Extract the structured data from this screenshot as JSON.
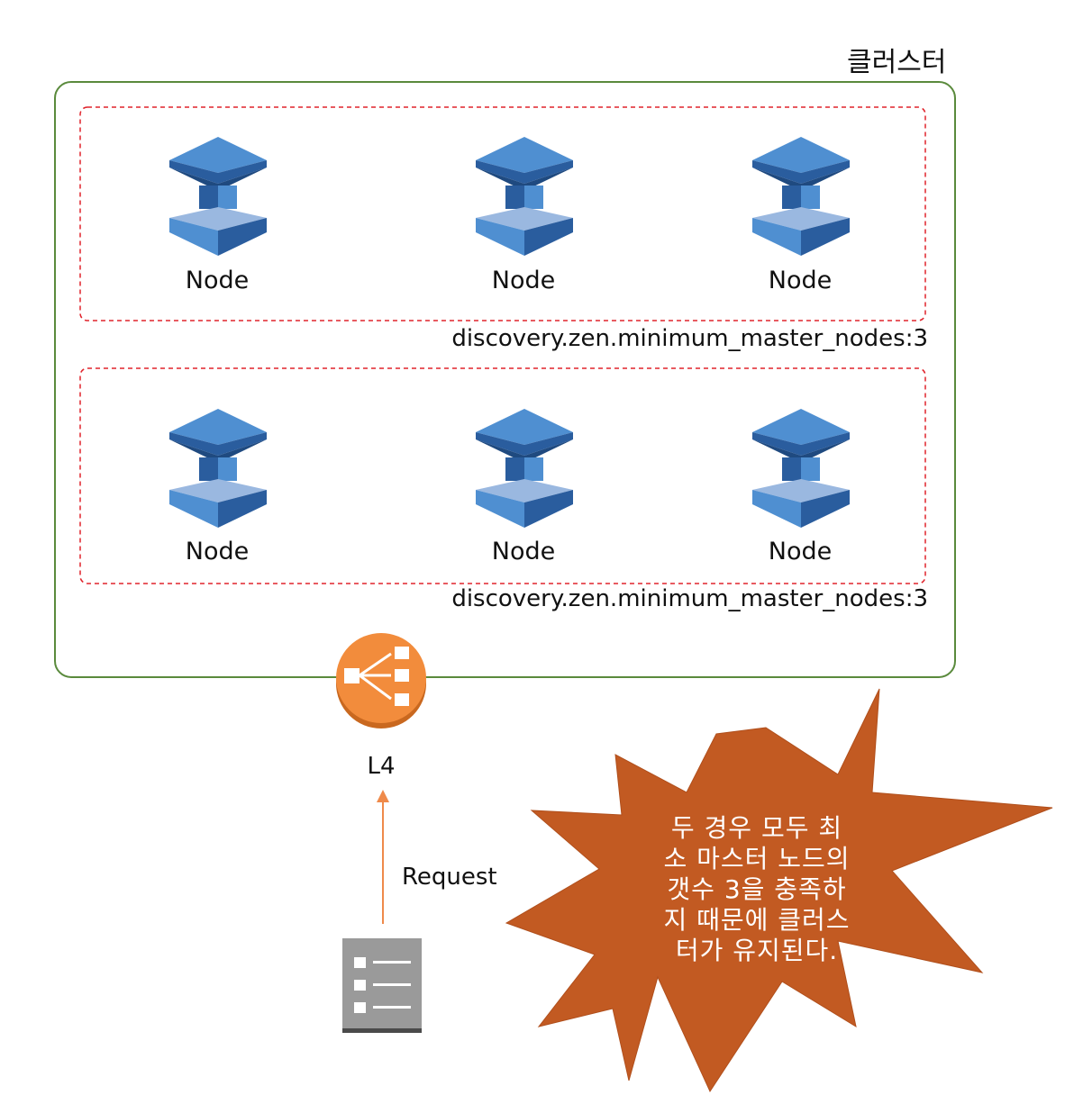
{
  "cluster": {
    "title": "클러스터"
  },
  "groups": [
    {
      "nodes": [
        {
          "label": "Node"
        },
        {
          "label": "Node"
        },
        {
          "label": "Node"
        }
      ],
      "caption": "discovery.zen.minimum_master_nodes:3"
    },
    {
      "nodes": [
        {
          "label": "Node"
        },
        {
          "label": "Node"
        },
        {
          "label": "Node"
        }
      ],
      "caption": "discovery.zen.minimum_master_nodes:3"
    }
  ],
  "load_balancer": {
    "label": "L4",
    "icon": "load-balancer-icon"
  },
  "request": {
    "label": "Request",
    "icon": "request-list-icon"
  },
  "callout": {
    "text": "두 경우 모두 최\n소 마스터 노드의\n갯수 3을 충족하\n지 때문에 클러스\n터가 유지된다."
  },
  "colors": {
    "cluster_border": "#5a8a3c",
    "group_border": "#e0242c",
    "node_dark": "#2a5d9e",
    "node_mid": "#4f8fd1",
    "node_light": "#9ab8e0",
    "lb_orange": "#f28c3c",
    "lb_shadow": "#c9681f",
    "arrow": "#ef8a4a",
    "burst": "#c25a22",
    "request_icon": "#9a9a9a"
  }
}
